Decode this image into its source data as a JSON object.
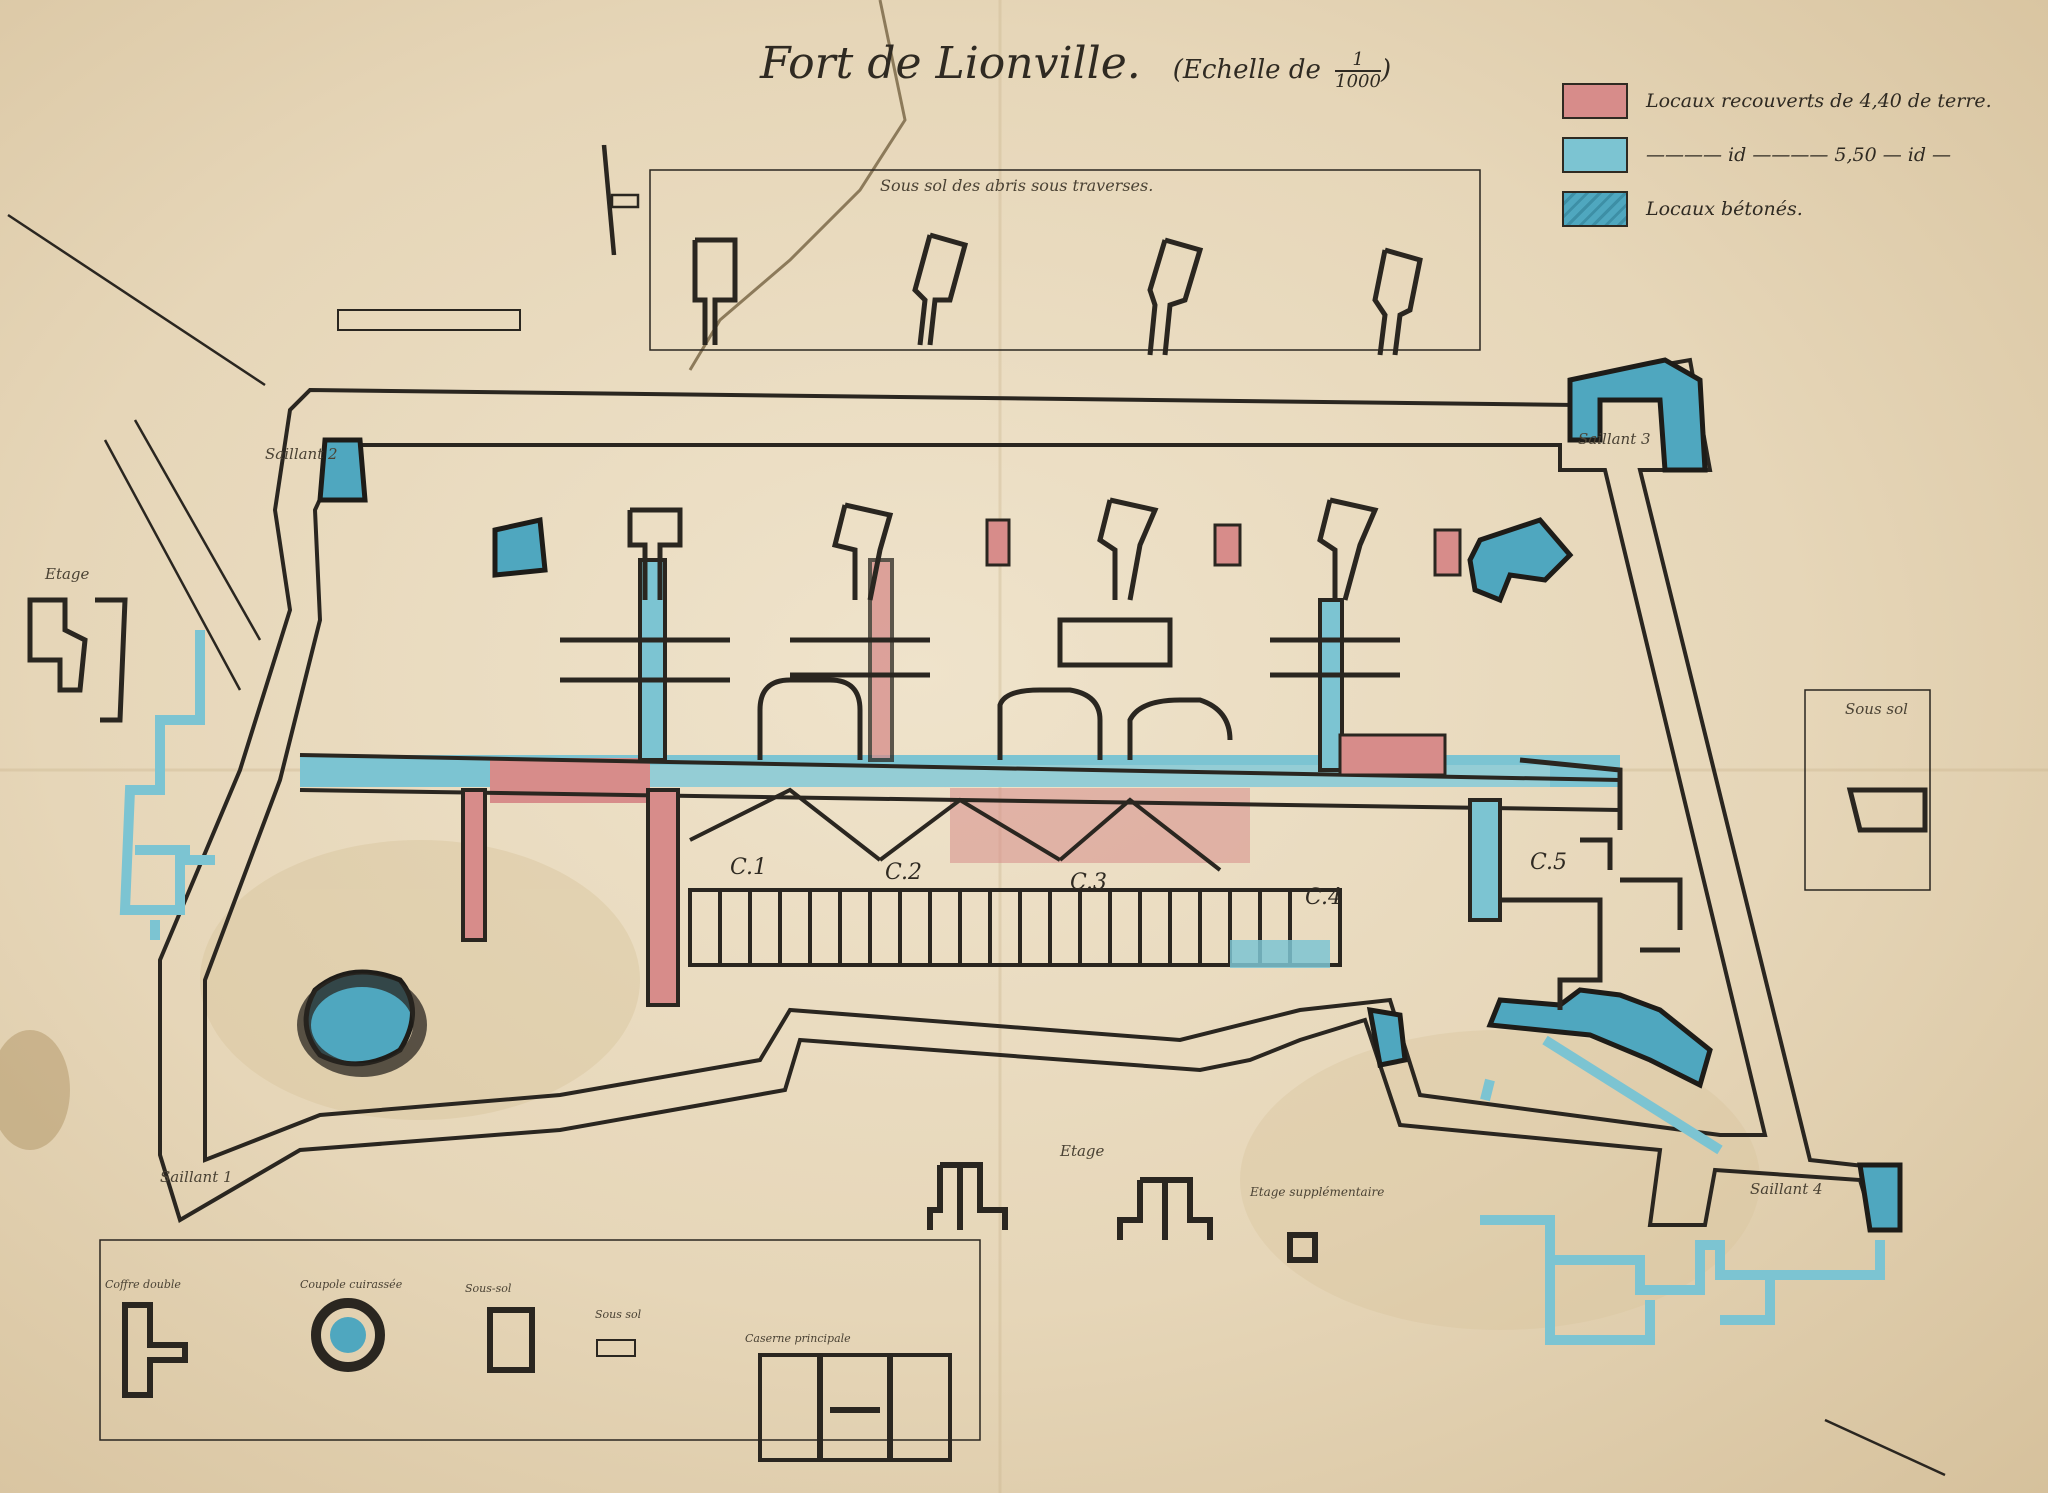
{
  "title": "Fort de Lionville.",
  "scale": {
    "prefix": "(Echelle de",
    "numerator": "1",
    "denominator": "1000",
    "suffix": ")"
  },
  "legend": [
    {
      "label": "Locaux recouverts de 4,40 de terre.",
      "color": "#d78c8a"
    },
    {
      "label": "———— id ———— 5,50 — id —",
      "color": "#7cc4d2"
    },
    {
      "label": "Locaux bétonés.",
      "color": "#4fa7bf"
    }
  ],
  "headings": {
    "sous_sol_abris": "Sous sol des abris sous traverses.",
    "etage_left": "Etage",
    "sous_sol_right": "Sous sol",
    "etage_bottom": "Etage",
    "etage_supplementaire": "Etage supplémentaire"
  },
  "salients": [
    "Saillant 1",
    "Saillant 2",
    "Saillant 3",
    "Saillant 4"
  ],
  "casemates": [
    "C.1",
    "C.2",
    "C.3",
    "C.4",
    "C.5"
  ],
  "bottom_details": [
    "Coffre double",
    "Coupole cuirassée",
    "Sous-sol",
    "Sous sol",
    "Caserne principale"
  ],
  "colors": {
    "paper": "#e8d9bc",
    "ink": "#2a2620",
    "red_wash": "#d78c8a",
    "blue_wash": "#7cc4d2",
    "concrete": "#4fa7bf"
  }
}
